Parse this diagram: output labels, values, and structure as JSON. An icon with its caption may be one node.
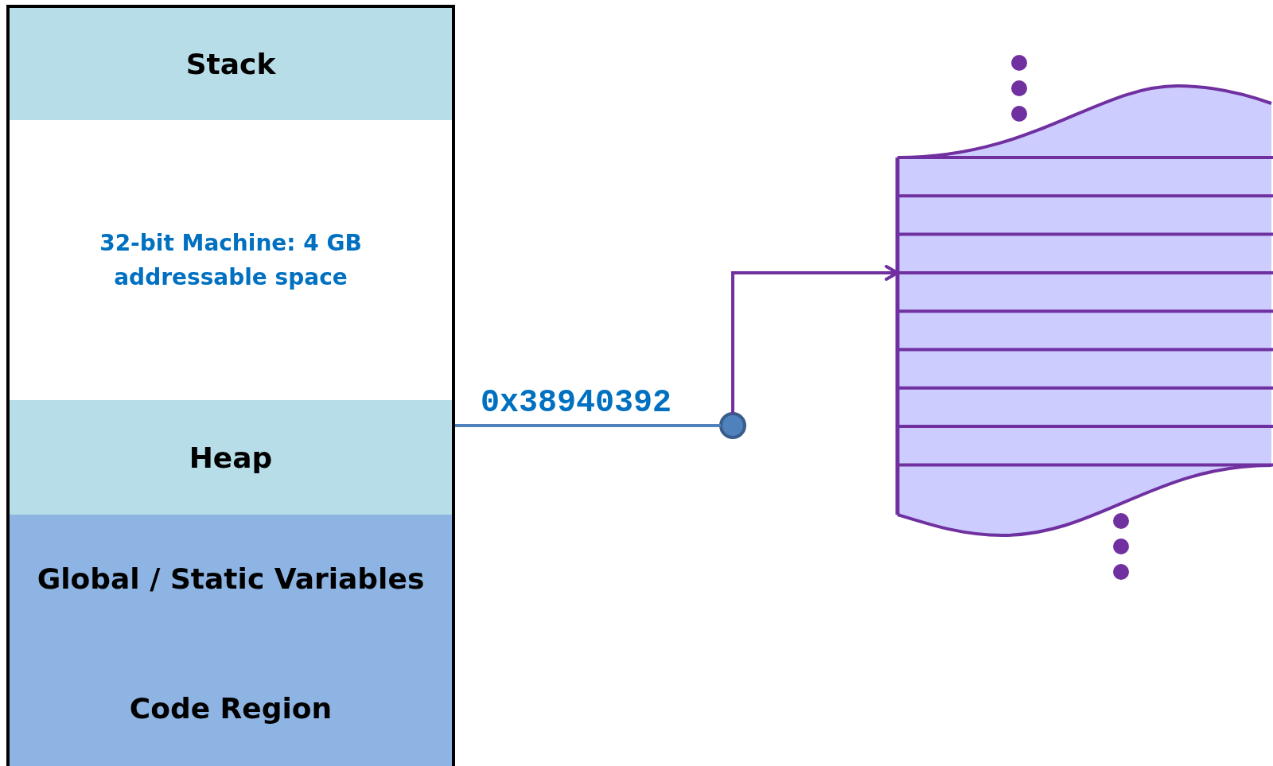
{
  "diagram": {
    "nodes": [
      {
        "text": [
          "Stack"
        ]
      },
      {
        "text": [
          "32-bit Machine: 4 GB addressable space"
        ]
      },
      {
        "text": [
          "Heap"
        ]
      },
      {
        "text": [
          "Global / Static Variables"
        ]
      },
      {
        "text": [
          "Code Region"
        ]
      },
      {
        "text": [],
        "shape": "circle"
      },
      {
        "text": [],
        "shape": "box"
      }
    ],
    "edges": [
      {
        "from": 2,
        "to": 5,
        "arrow": "none",
        "label": "0x38940392",
        "color": "#4f81bd"
      },
      {
        "from": 5,
        "to": 6,
        "arrow": "to",
        "color": "#7030a0"
      }
    ]
  }
}
